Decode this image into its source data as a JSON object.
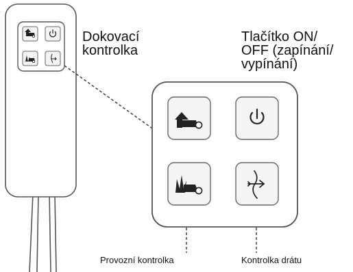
{
  "labels": {
    "docking": [
      "Dokovací",
      "kontrolka"
    ],
    "power": [
      "Tlačítko ON/",
      "OFF (zapínání/",
      "vypínání)"
    ],
    "running": "Provozní kontrolka",
    "wire": "Kontrolka drátu"
  },
  "icons": {
    "docking": "house-mower-icon",
    "power": "power-icon",
    "running": "grass-mower-icon",
    "wire": "cut-wire-icon"
  },
  "colors": {
    "line": "#333333",
    "panel_border": "#555555",
    "button_fill": "#f4f4f4"
  }
}
